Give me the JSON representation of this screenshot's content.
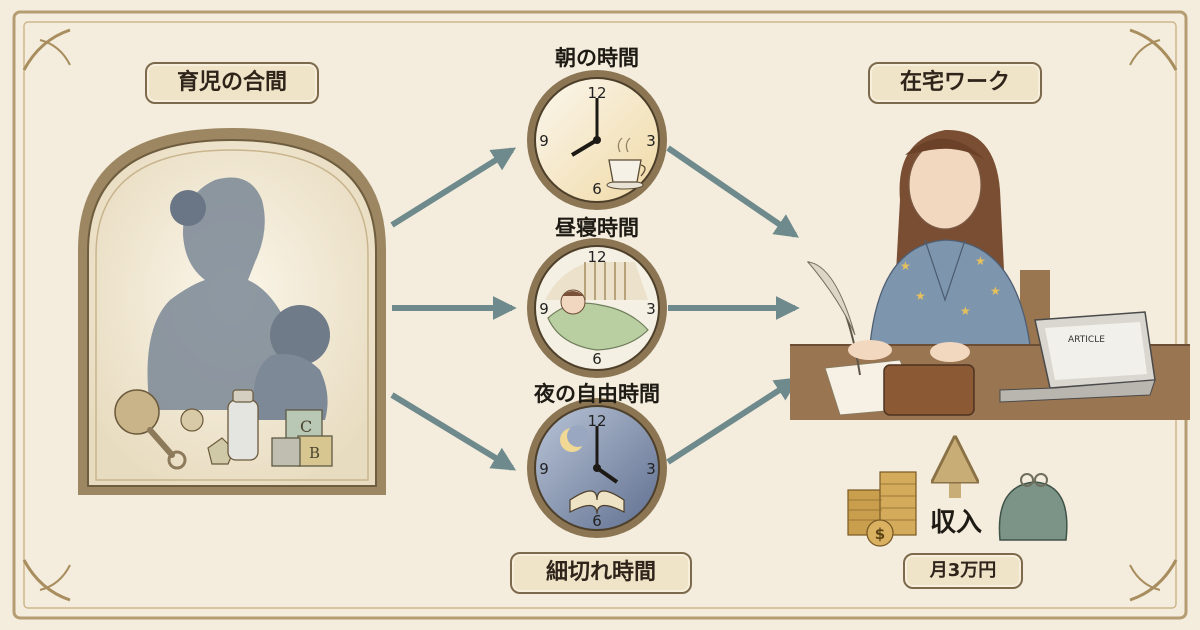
{
  "labels": {
    "childcare_gap": "育児の合間",
    "remote_work": "在宅ワーク",
    "fragment_time": "細切れ時間"
  },
  "clocks": [
    {
      "title": "朝の時間",
      "numerals": [
        "12",
        "3",
        "6",
        "9"
      ],
      "accent": "#e9c98a"
    },
    {
      "title": "昼寝時間",
      "numerals": [
        "12",
        "3",
        "6",
        "9"
      ],
      "accent": "#b9cfa2"
    },
    {
      "title": "夜の自由時間",
      "numerals": [
        "12",
        "3",
        "6",
        "9"
      ],
      "accent": "#7e8fb0"
    }
  ],
  "blocks": [
    "C",
    "B"
  ],
  "laptop_screen_text": "ARTICLE",
  "income": {
    "label": "収入",
    "amount": "月3万円",
    "coin_symbol": "$"
  },
  "colors": {
    "background": "#f4eddd",
    "frame": "#9b8561",
    "arrow": "#6f8a8c",
    "robe": "#7e95ae"
  }
}
